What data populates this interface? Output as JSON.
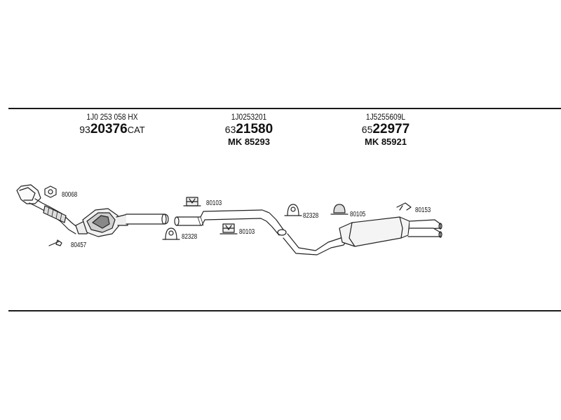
{
  "sections": [
    {
      "oem": "1J0 253 058 HX",
      "prefix": "93",
      "main": "20376",
      "suffix": "CAT",
      "mk": ""
    },
    {
      "oem": "1J0253201",
      "prefix": "63",
      "main": "21580",
      "suffix": "",
      "mk": "MK  85293"
    },
    {
      "oem": "1J5255609L",
      "prefix": "65",
      "main": "22977",
      "suffix": "",
      "mk": "MK  85921"
    }
  ],
  "parts": {
    "gasket_front": "80068",
    "bolt_front": "80457",
    "rubber_mount_1": "80103",
    "clamp_1": "82328",
    "rubber_mount_2": "80103",
    "clamp_2": "82328",
    "rubber_ring": "80105",
    "hanger": "80153"
  }
}
